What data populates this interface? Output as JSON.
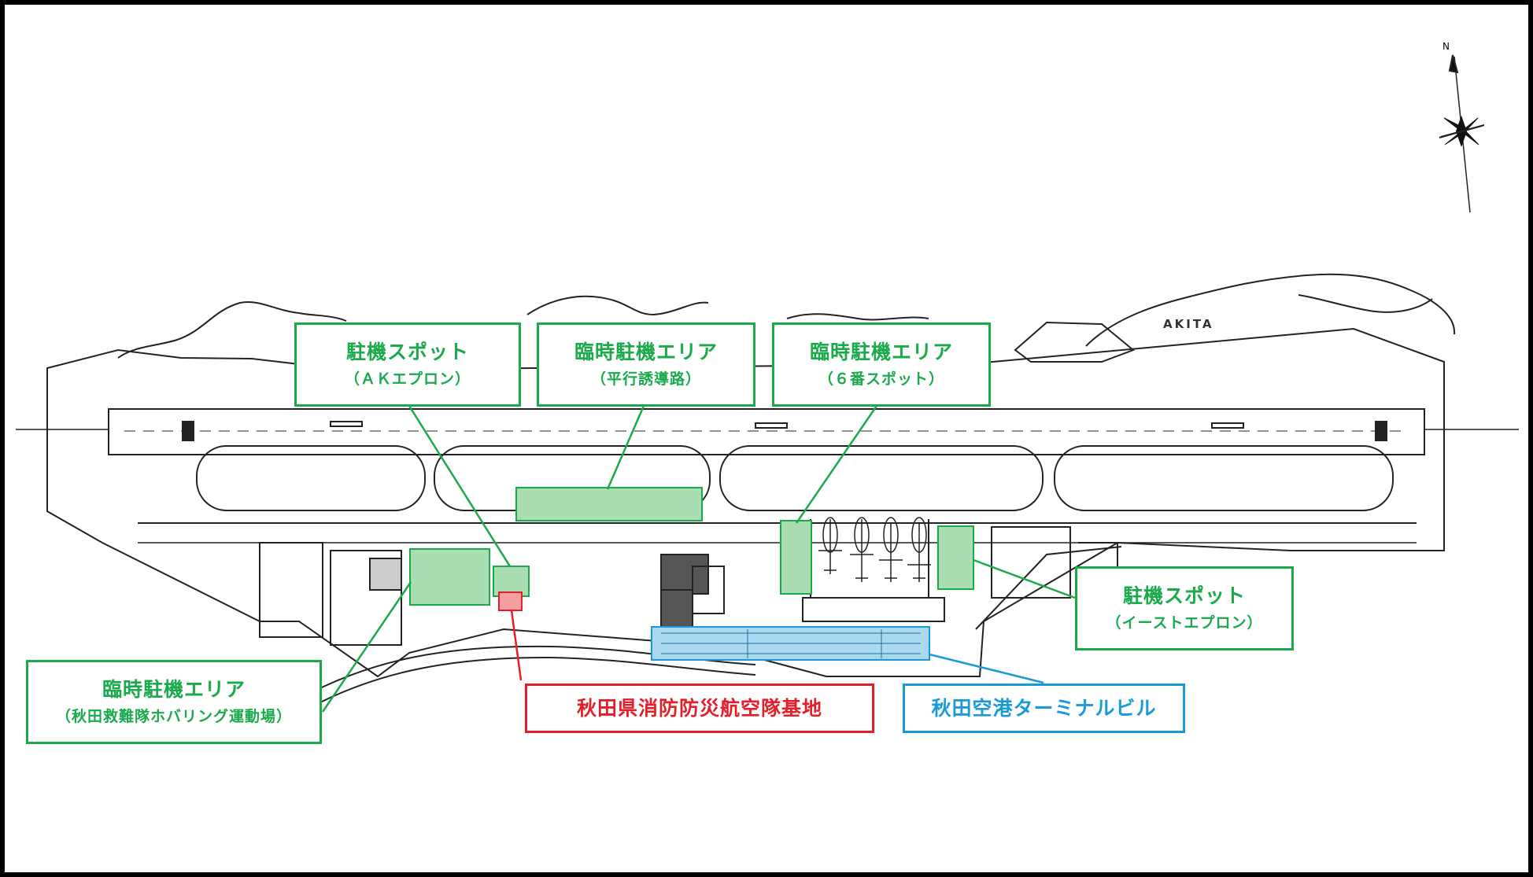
{
  "map": {
    "airport_sign": "AKITA",
    "north_label": "N",
    "colors": {
      "green": "#1aaa4b",
      "red": "#e3202a",
      "blue": "#1a9bd7",
      "green_fill": "#a9ddb2"
    }
  },
  "callouts": {
    "ak_apron": {
      "main": "駐機スポット",
      "sub": "（ＡＫエプロン）"
    },
    "parallel_taxiway": {
      "main": "臨時駐機エリア",
      "sub": "（平行誘導路）"
    },
    "spot6": {
      "main": "臨時駐機エリア",
      "sub": "（６番スポット）"
    },
    "east_apron": {
      "main": "駐機スポット",
      "sub": "（イーストエプロン）"
    },
    "rescue_field": {
      "main": "臨時駐機エリア",
      "sub": "（秋田救難隊ホバリング運動場）"
    },
    "fire_base": {
      "main": "秋田県消防防災航空隊基地"
    },
    "terminal": {
      "main": "秋田空港ターミナルビル"
    }
  }
}
